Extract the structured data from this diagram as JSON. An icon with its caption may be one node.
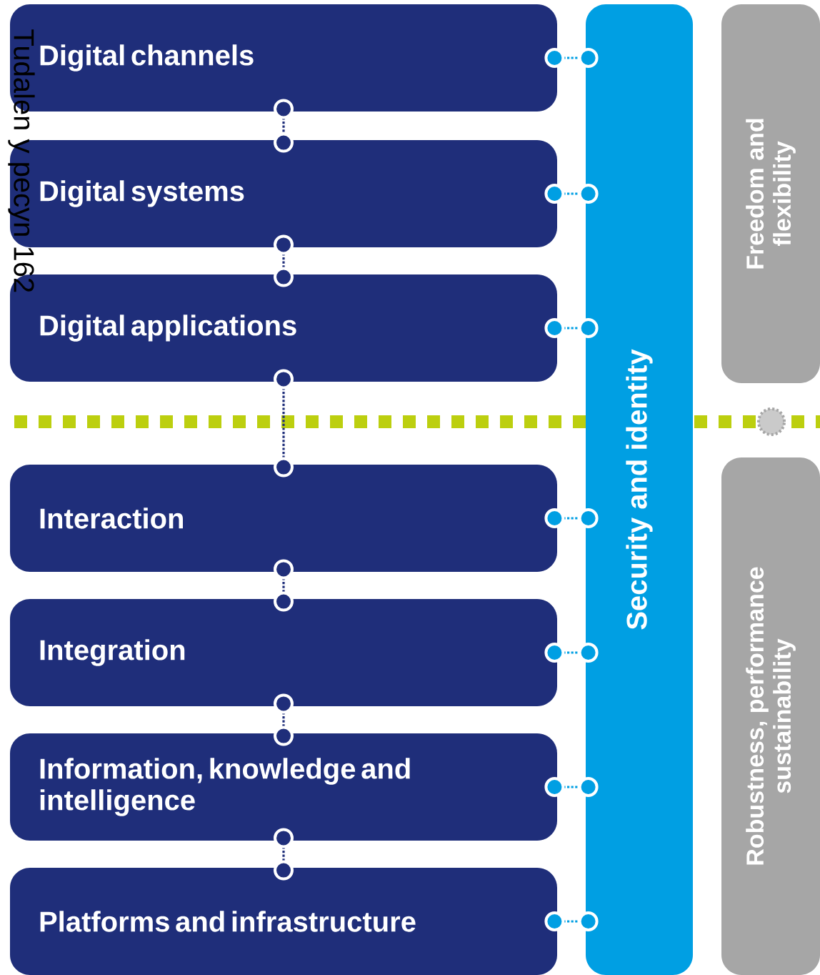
{
  "diagram": {
    "nodes": [
      {
        "text": [
          "Digital channels"
        ]
      },
      {
        "text": [
          "Digital systems"
        ]
      },
      {
        "text": [
          "Digital applications"
        ]
      },
      {
        "text": [
          "Interaction"
        ]
      },
      {
        "text": [
          "Integration"
        ]
      },
      {
        "text": [
          "Information, knowledge and intelligence"
        ]
      },
      {
        "text": [
          "Platforms and infrastructure"
        ]
      },
      {
        "text": [
          "Security and identity"
        ]
      },
      {
        "text": [
          "Freedom and flexibility"
        ]
      },
      {
        "text": [
          "Robustness, performance sustainability"
        ]
      }
    ],
    "edges": [
      {
        "from": 0,
        "to": 1,
        "arrow": "other",
        "color": "#1f2e7a"
      },
      {
        "from": 1,
        "to": 2,
        "arrow": "other",
        "color": "#1f2e7a"
      },
      {
        "from": 2,
        "to": 3,
        "arrow": "other",
        "color": "#1f2e7a"
      },
      {
        "from": 3,
        "to": 4,
        "arrow": "other",
        "color": "#1f2e7a"
      },
      {
        "from": 4,
        "to": 5,
        "arrow": "other",
        "color": "#1f2e7a"
      },
      {
        "from": 5,
        "to": 6,
        "arrow": "other",
        "color": "#1f2e7a"
      },
      {
        "from": 0,
        "to": 7,
        "arrow": "other",
        "color": "#009fe3"
      },
      {
        "from": 1,
        "to": 7,
        "arrow": "other",
        "color": "#009fe3"
      },
      {
        "from": 2,
        "to": 7,
        "arrow": "other",
        "color": "#009fe3"
      },
      {
        "from": 3,
        "to": 7,
        "arrow": "other",
        "color": "#009fe3"
      },
      {
        "from": 4,
        "to": 7,
        "arrow": "other",
        "color": "#009fe3"
      },
      {
        "from": 5,
        "to": 7,
        "arrow": "other",
        "color": "#009fe3"
      },
      {
        "from": 6,
        "to": 7,
        "arrow": "other",
        "color": "#009fe3"
      }
    ],
    "labels": [
      "Tudalen y pecyn 162"
    ]
  }
}
